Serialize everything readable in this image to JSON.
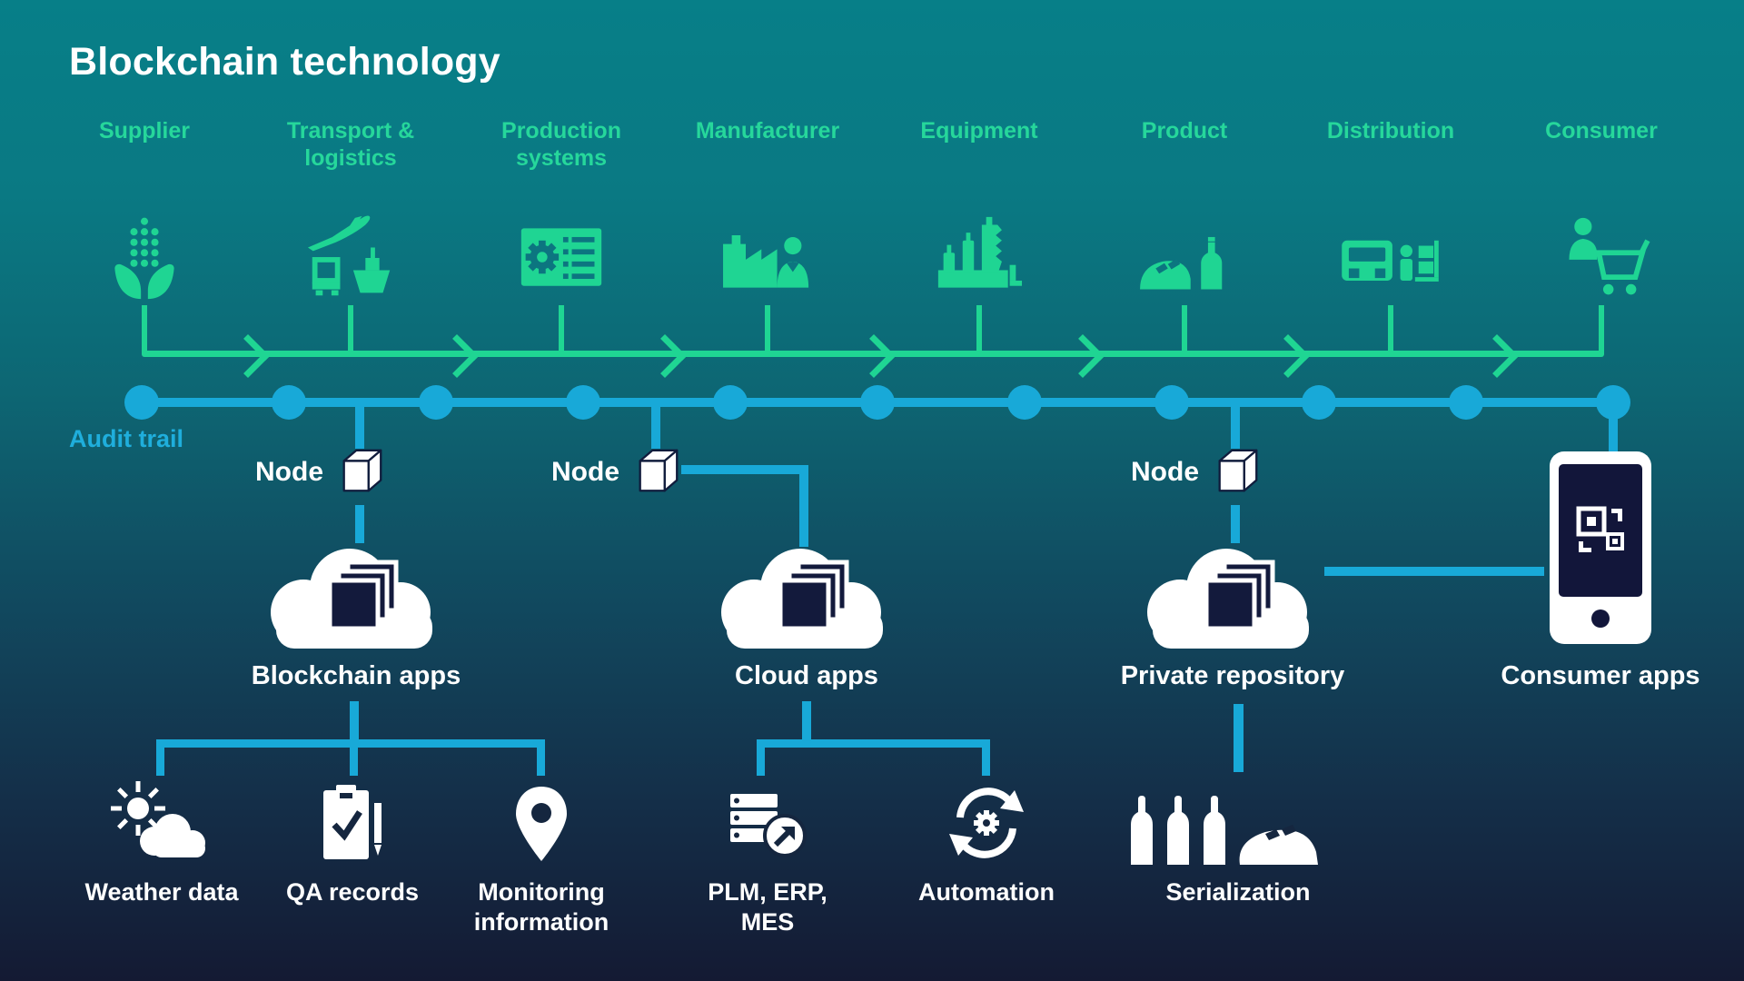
{
  "title": "Blockchain technology",
  "colors": {
    "background_top": "#077F88",
    "background_bottom": "#141A33",
    "stage_green": "#1FD593",
    "header_green": "#26D79B",
    "audit_cyan": "#18A9D8",
    "audit_label_cyan": "#1FAEDC",
    "white": "#FFFFFF",
    "dark_navy": "#131A3C"
  },
  "supply_chain": {
    "stages": [
      {
        "label": "Supplier",
        "icon": "corn-icon"
      },
      {
        "label": "Transport & logistics",
        "icon": "plane-truck-ship-icon"
      },
      {
        "label": "Production systems",
        "icon": "control-panel-gear-icon"
      },
      {
        "label": "Manufacturer",
        "icon": "factory-person-icon"
      },
      {
        "label": "Equipment",
        "icon": "industrial-plant-icon"
      },
      {
        "label": "Product",
        "icon": "bread-bottle-icon"
      },
      {
        "label": "Distribution",
        "icon": "delivery-truck-icon"
      },
      {
        "label": "Consumer",
        "icon": "shopper-cart-icon"
      }
    ]
  },
  "audit_trail": {
    "label": "Audit trail",
    "dot_count": 11
  },
  "nodes": [
    {
      "label": "Node",
      "icon": "cube-icon"
    },
    {
      "label": "Node",
      "icon": "cube-icon"
    },
    {
      "label": "Node",
      "icon": "cube-icon"
    }
  ],
  "repositories": [
    {
      "label": "Blockchain apps",
      "icon": "cloud-blocks-icon"
    },
    {
      "label": "Cloud apps",
      "icon": "cloud-blocks-icon"
    },
    {
      "label": "Private repository",
      "icon": "cloud-blocks-icon"
    }
  ],
  "consumer_apps": {
    "label": "Consumer apps",
    "icon": "phone-qr-icon"
  },
  "data_sources": {
    "blockchain_apps": [
      {
        "label": "Weather data",
        "icon": "sun-cloud-icon"
      },
      {
        "label": "QA records",
        "icon": "clipboard-check-icon"
      },
      {
        "label": "Monitoring information",
        "icon": "location-pin-icon"
      }
    ],
    "cloud_apps": [
      {
        "label": "PLM, ERP, MES",
        "icon": "server-arrow-icon"
      },
      {
        "label": "Automation",
        "icon": "cycle-gear-icon"
      }
    ],
    "private_repository": [
      {
        "label": "Serialization",
        "icon": "bottles-bread-icon"
      }
    ]
  }
}
